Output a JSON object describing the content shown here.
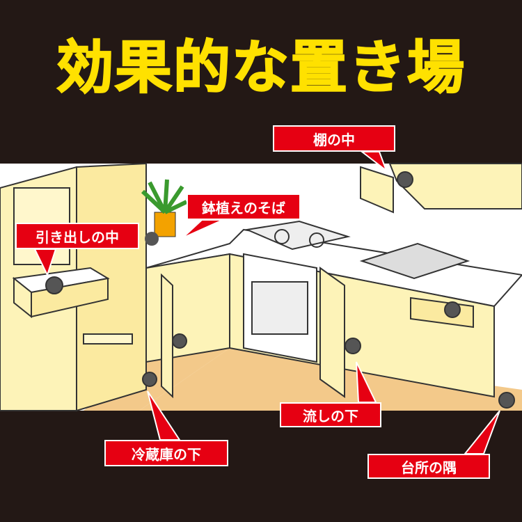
{
  "title": "効果的な置き場",
  "labels": {
    "shelf": "棚の中",
    "plant": "鉢植えのそば",
    "drawer": "引き出しの中",
    "sink": "流しの下",
    "fridge": "冷蔵庫の下",
    "corner": "台所の隅"
  },
  "colors": {
    "title": "#ffe100",
    "label_bg": "#e60012",
    "background": "#231815",
    "cabinet": "#fdf3b8",
    "floor": "#f3c98a"
  }
}
